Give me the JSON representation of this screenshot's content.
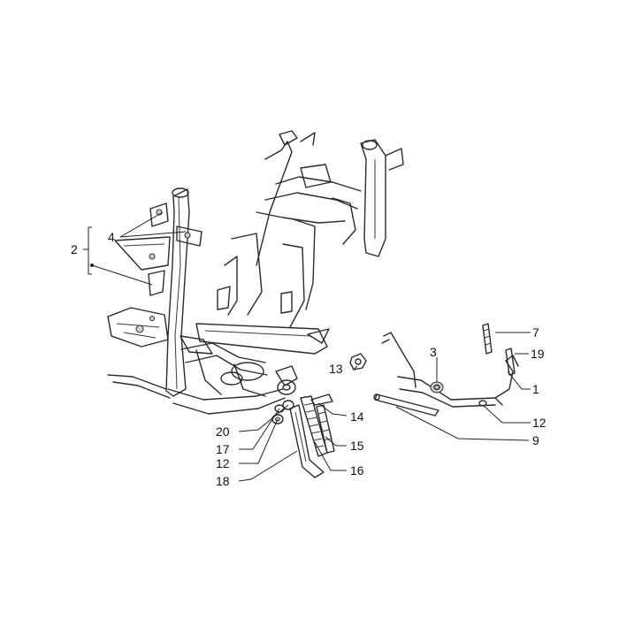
{
  "diagram": {
    "callouts": [
      {
        "id": "c1",
        "label": "1"
      },
      {
        "id": "c2",
        "label": "2"
      },
      {
        "id": "c3",
        "label": "3"
      },
      {
        "id": "c4",
        "label": "4"
      },
      {
        "id": "c7",
        "label": "7"
      },
      {
        "id": "c9",
        "label": "9"
      },
      {
        "id": "c12a",
        "label": "12"
      },
      {
        "id": "c12b",
        "label": "12"
      },
      {
        "id": "c13",
        "label": "13"
      },
      {
        "id": "c14",
        "label": "14"
      },
      {
        "id": "c15",
        "label": "15"
      },
      {
        "id": "c16",
        "label": "16"
      },
      {
        "id": "c17",
        "label": "17"
      },
      {
        "id": "c18",
        "label": "18"
      },
      {
        "id": "c19",
        "label": "19"
      },
      {
        "id": "c20",
        "label": "20"
      }
    ]
  }
}
